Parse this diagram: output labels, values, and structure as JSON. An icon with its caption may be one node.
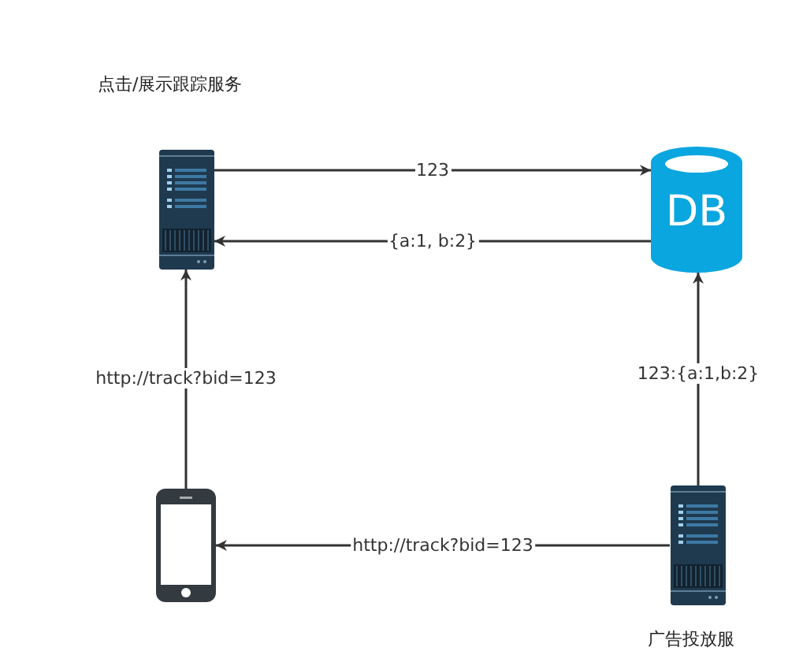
{
  "diagram": {
    "nodes": [
      {
        "text": [],
        "shape": "server",
        "beside": [
          "点击/展示跟踪服务"
        ]
      },
      {
        "text": [
          "DB"
        ]
      },
      {
        "text": [],
        "shape": "phone"
      },
      {
        "text": [],
        "shape": "server",
        "beside": [
          "广告投放服"
        ]
      }
    ],
    "edges": [
      {
        "from": 0,
        "to": 1,
        "arrow": "to",
        "label": "123"
      },
      {
        "from": 1,
        "to": 0,
        "arrow": "to",
        "label": "{a:1, b:2}"
      },
      {
        "from": 2,
        "to": 0,
        "arrow": "to",
        "label": "http://track?bid=123"
      },
      {
        "from": 3,
        "to": 1,
        "arrow": "to",
        "label": "123:{a:1,b:2}"
      },
      {
        "from": 3,
        "to": 2,
        "arrow": "to",
        "label": "http://track?bid=123"
      }
    ]
  }
}
